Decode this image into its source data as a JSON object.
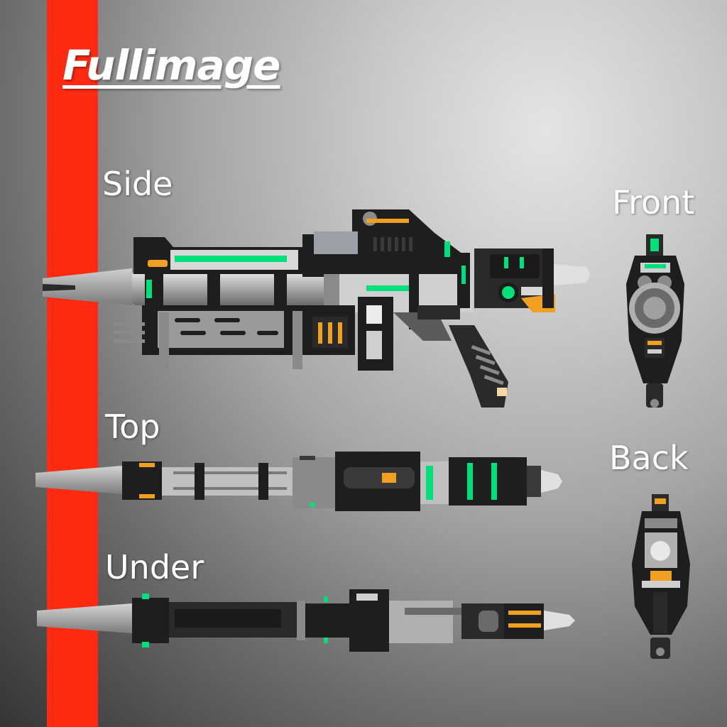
{
  "title": "Fullimage",
  "views": {
    "side": "Side",
    "top": "Top",
    "under": "Under",
    "front": "Front",
    "back": "Back"
  },
  "colors": {
    "stripe": "#ff2a12",
    "accent_green": "#00e07a",
    "accent_orange": "#f0a020",
    "dark_metal": "#1e1e1e",
    "light_metal": "#c8c8c8"
  }
}
